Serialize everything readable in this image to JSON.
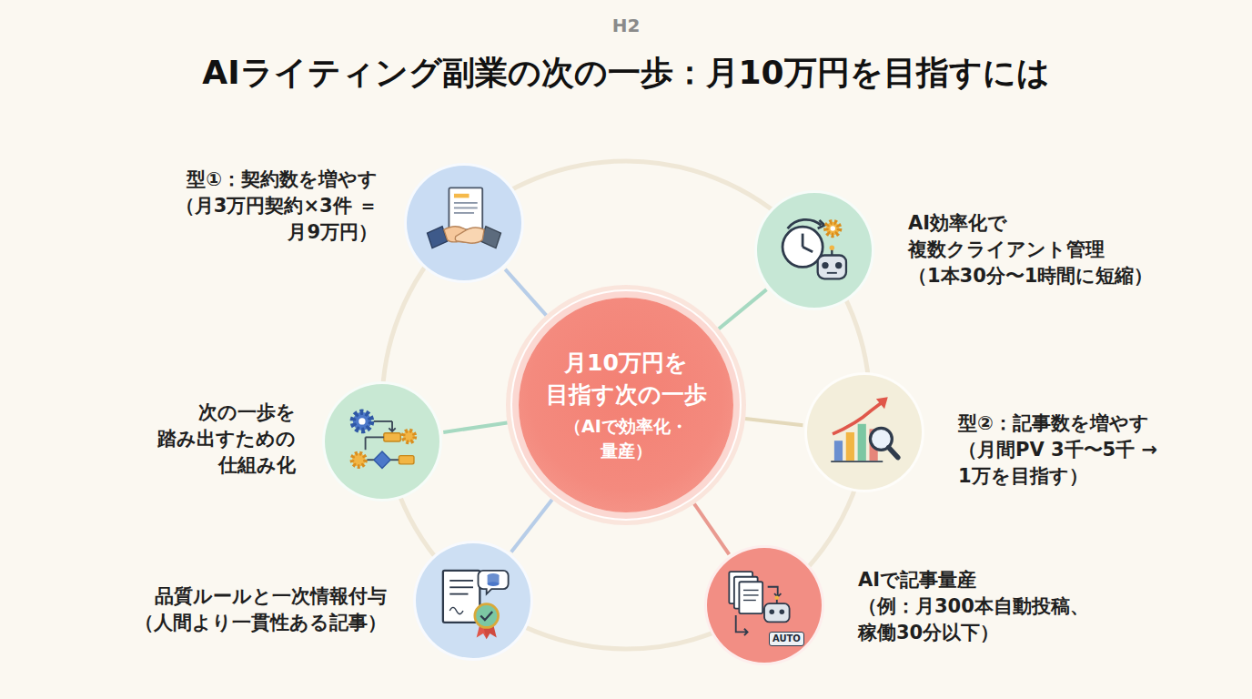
{
  "diagram": {
    "title": "AIライティング副業の次の一歩：月10万円を目指すには",
    "nodes": [
      {
        "text": [
          "型①：契約数を増やす",
          "（月3万円契約×3件 ＝ 月9万円）"
        ]
      },
      {
        "text": [
          "AI効率化で 複数クライアント管理",
          "（1本30分〜1時間に短縮）"
        ]
      },
      {
        "text": [
          "次の一歩を 踏み出すための 仕組み化"
        ]
      },
      {
        "text": [
          "月10万円を 目指す次の一歩",
          "（AIで効率化・量産）"
        ]
      },
      {
        "text": [
          "型②：記事数を増やす",
          "（月間PV 3千〜5千 → 1万を目指す）"
        ]
      },
      {
        "text": [
          "品質ルールと一次情報付与",
          "（人間より一貫性ある記事）"
        ]
      },
      {
        "text": [
          "AIで記事量産",
          "（例：月300本自動投稿、 稼働30分以下）"
        ]
      }
    ],
    "edges": [
      {
        "from": 3,
        "to": 0,
        "arrow": "none"
      },
      {
        "from": 3,
        "to": 1,
        "arrow": "none"
      },
      {
        "from": 3,
        "to": 2,
        "arrow": "none"
      },
      {
        "from": 3,
        "to": 4,
        "arrow": "none"
      },
      {
        "from": 3,
        "to": 5,
        "arrow": "none"
      },
      {
        "from": 3,
        "to": 6,
        "arrow": "none"
      }
    ],
    "labels": [
      "H2",
      "AUTO"
    ]
  }
}
